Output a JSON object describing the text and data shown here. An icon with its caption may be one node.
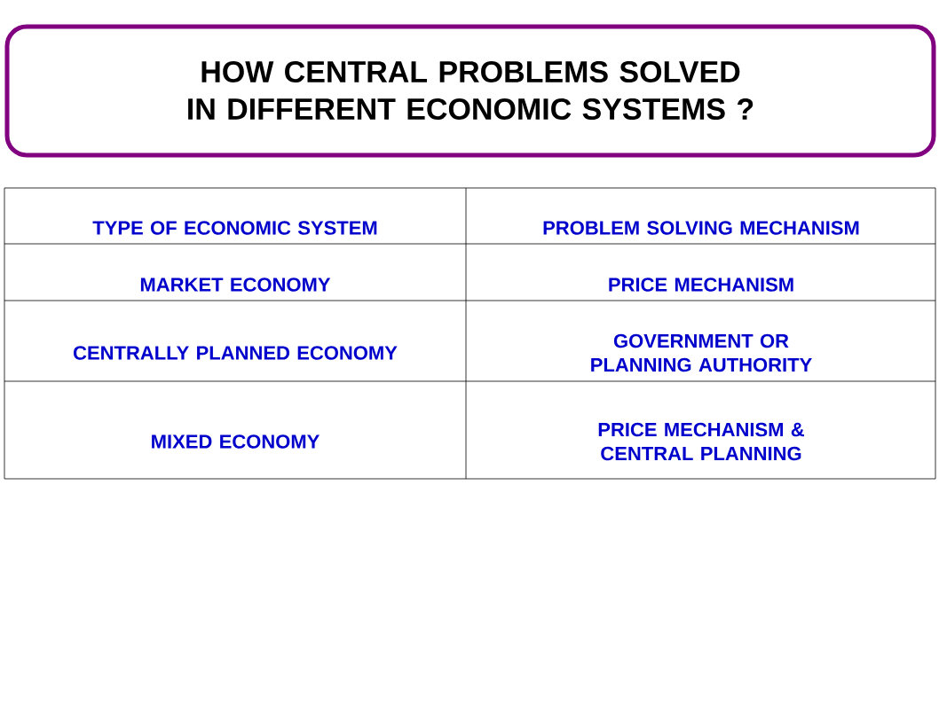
{
  "diagram": {
    "title": "HOW CENTRAL PROBLEMS SOLVED IN DIFFERENT ECONOMIC SYSTEMS ?",
    "labels": [
      "TYPE OF ECONOMIC SYSTEM",
      "PROBLEM SOLVING MECHANISM",
      "MARKET ECONOMY",
      "PRICE MECHANISM",
      "CENTRALLY PLANNED ECONOMY",
      "GOVERNMENT OR PLANNING AUTHORITY",
      "MIXED ECONOMY",
      "PRICE MECHANISM & CENTRAL PLANNING"
    ]
  }
}
